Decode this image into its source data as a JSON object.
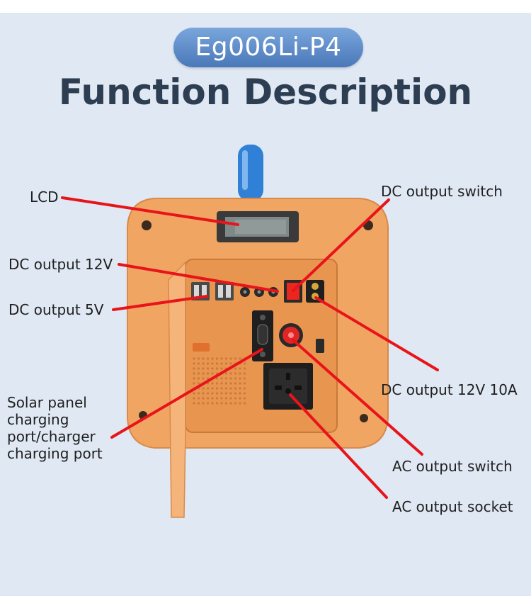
{
  "header": {
    "model": "Eg006Li-P4",
    "title": "Function Description"
  },
  "labels": {
    "lcd": "LCD",
    "dc_output_12v": "DC output 12V",
    "dc_output_5v": "DC output 5V",
    "solar_port": "Solar panel charging port/charger charging port",
    "dc_output_switch": "DC output switch",
    "dc_output_12v_10a": "DC output 12V 10A",
    "ac_output_switch": "AC output switch",
    "ac_output_socket": "AC output socket"
  },
  "colors": {
    "background": "#dfe8f3",
    "pill": "#5b8ac8",
    "title": "#2e3e52",
    "device_body": "#f1a562",
    "leader_line": "#e8141a"
  }
}
